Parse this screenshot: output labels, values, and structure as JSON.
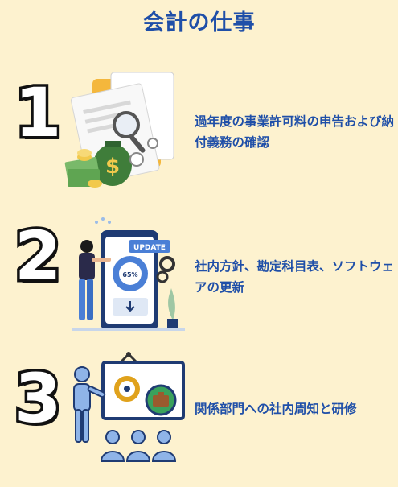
{
  "title": "会計の仕事",
  "items": [
    {
      "number": "1",
      "text": "過年度の事業許可料の申告および納付義務の確認",
      "icon": "documents-money-icon"
    },
    {
      "number": "2",
      "text": "社内方針、勘定科目表、ソフトウェアの更新",
      "icon": "software-update-icon"
    },
    {
      "number": "3",
      "text": "関係部門への社内周知と研修",
      "icon": "presentation-team-icon"
    }
  ],
  "update_badge": "UPDATE",
  "progress_label": "65%",
  "colors": {
    "background": "#fdf2cf",
    "text": "#1f4fa8",
    "accent": "#4a7fd6"
  }
}
